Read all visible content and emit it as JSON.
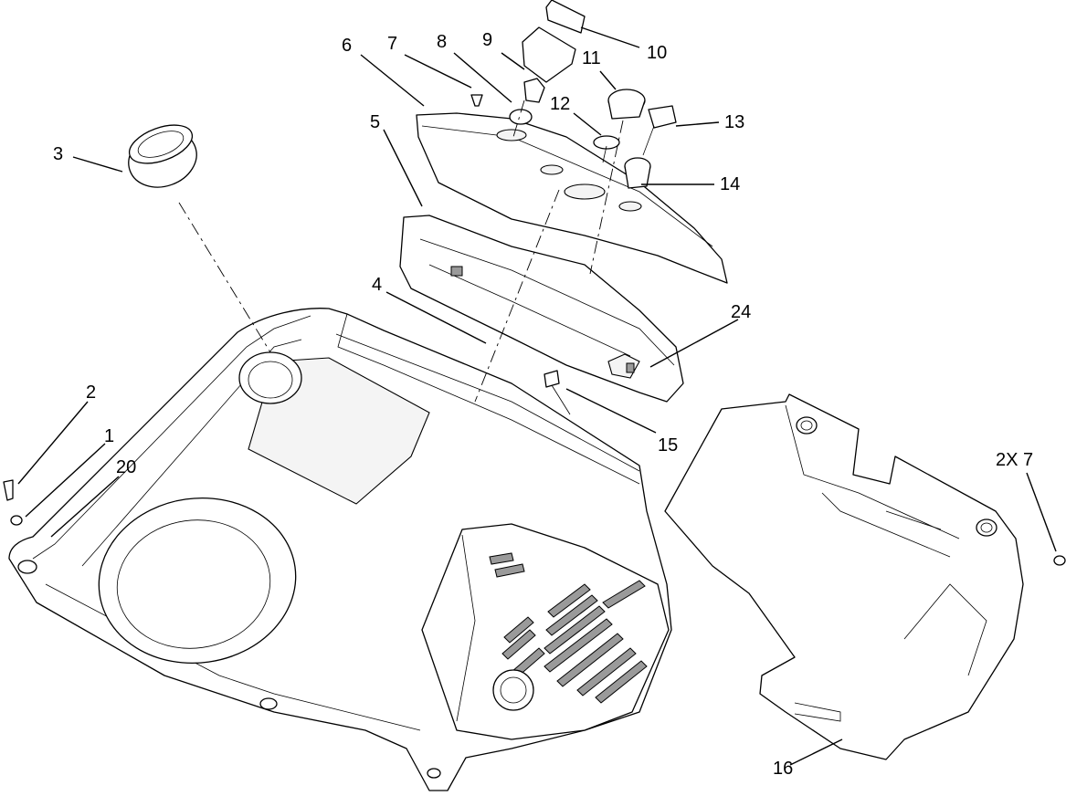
{
  "callouts": {
    "c1": "1",
    "c2": "2",
    "c3": "3",
    "c4": "4",
    "c5": "5",
    "c6": "6",
    "c7": "7",
    "c8": "8",
    "c9": "9",
    "c10": "10",
    "c11": "11",
    "c12": "12",
    "c13": "13",
    "c14": "14",
    "c15": "15",
    "c16": "16",
    "c20": "20",
    "c24": "24",
    "c2x7": "2X 7"
  }
}
